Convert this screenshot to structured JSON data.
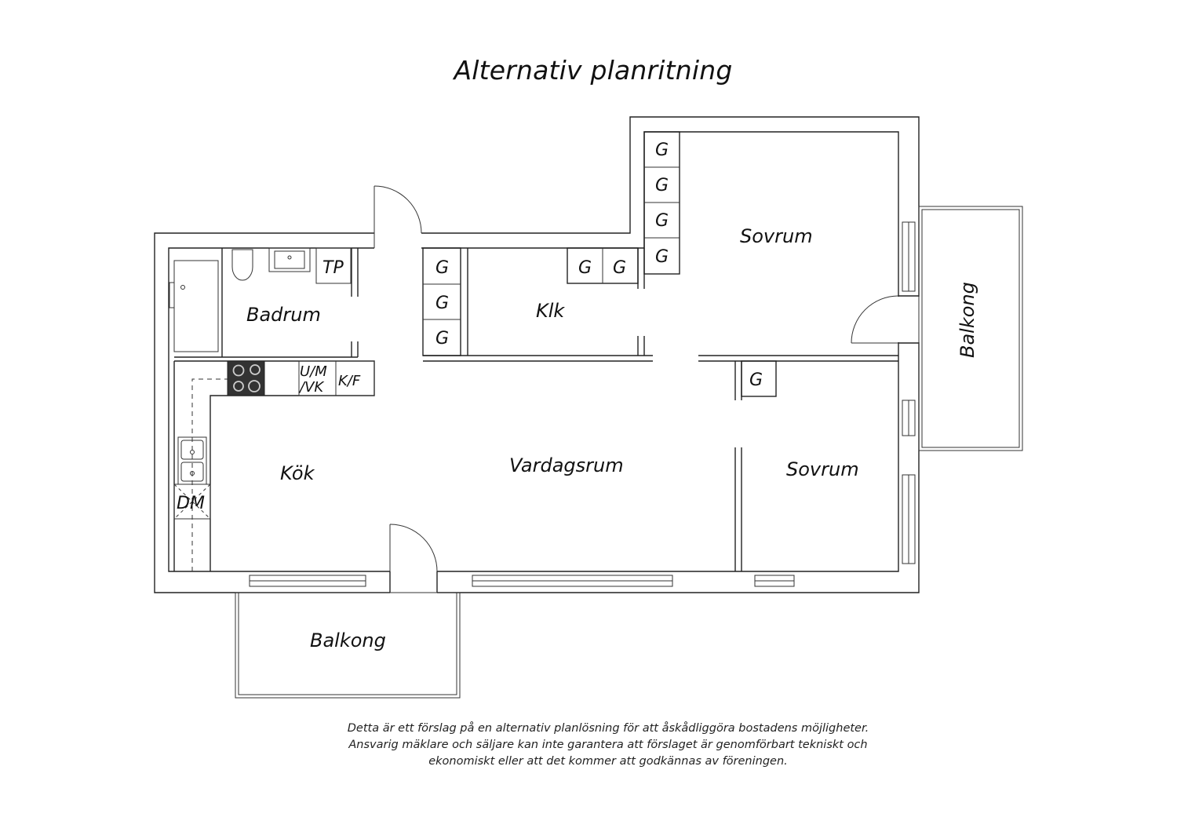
{
  "title": "Alternativ planritning",
  "rooms": {
    "badrum": "Badrum",
    "klk": "Klk",
    "sovrum_top": "Sovrum",
    "sovrum_bottom": "Sovrum",
    "kok": "Kök",
    "vardagsrum": "Vardagsrum",
    "balkong_right": "Balkong",
    "balkong_bottom": "Balkong"
  },
  "fixtures": {
    "tp": "TP",
    "wardrobe": "G",
    "um_line1": "U/M",
    "um_line2": "/VK",
    "kf": "K/F",
    "dm": "DM"
  },
  "disclaimer": [
    "Detta är ett förslag på en alternativ planlösning för att åskådliggöra bostadens möjligheter.",
    "Ansvarig mäklare och säljare kan inte garantera att förslaget är genomförbart tekniskt och",
    "ekonomiskt eller att det kommer att godkännas av föreningen."
  ]
}
